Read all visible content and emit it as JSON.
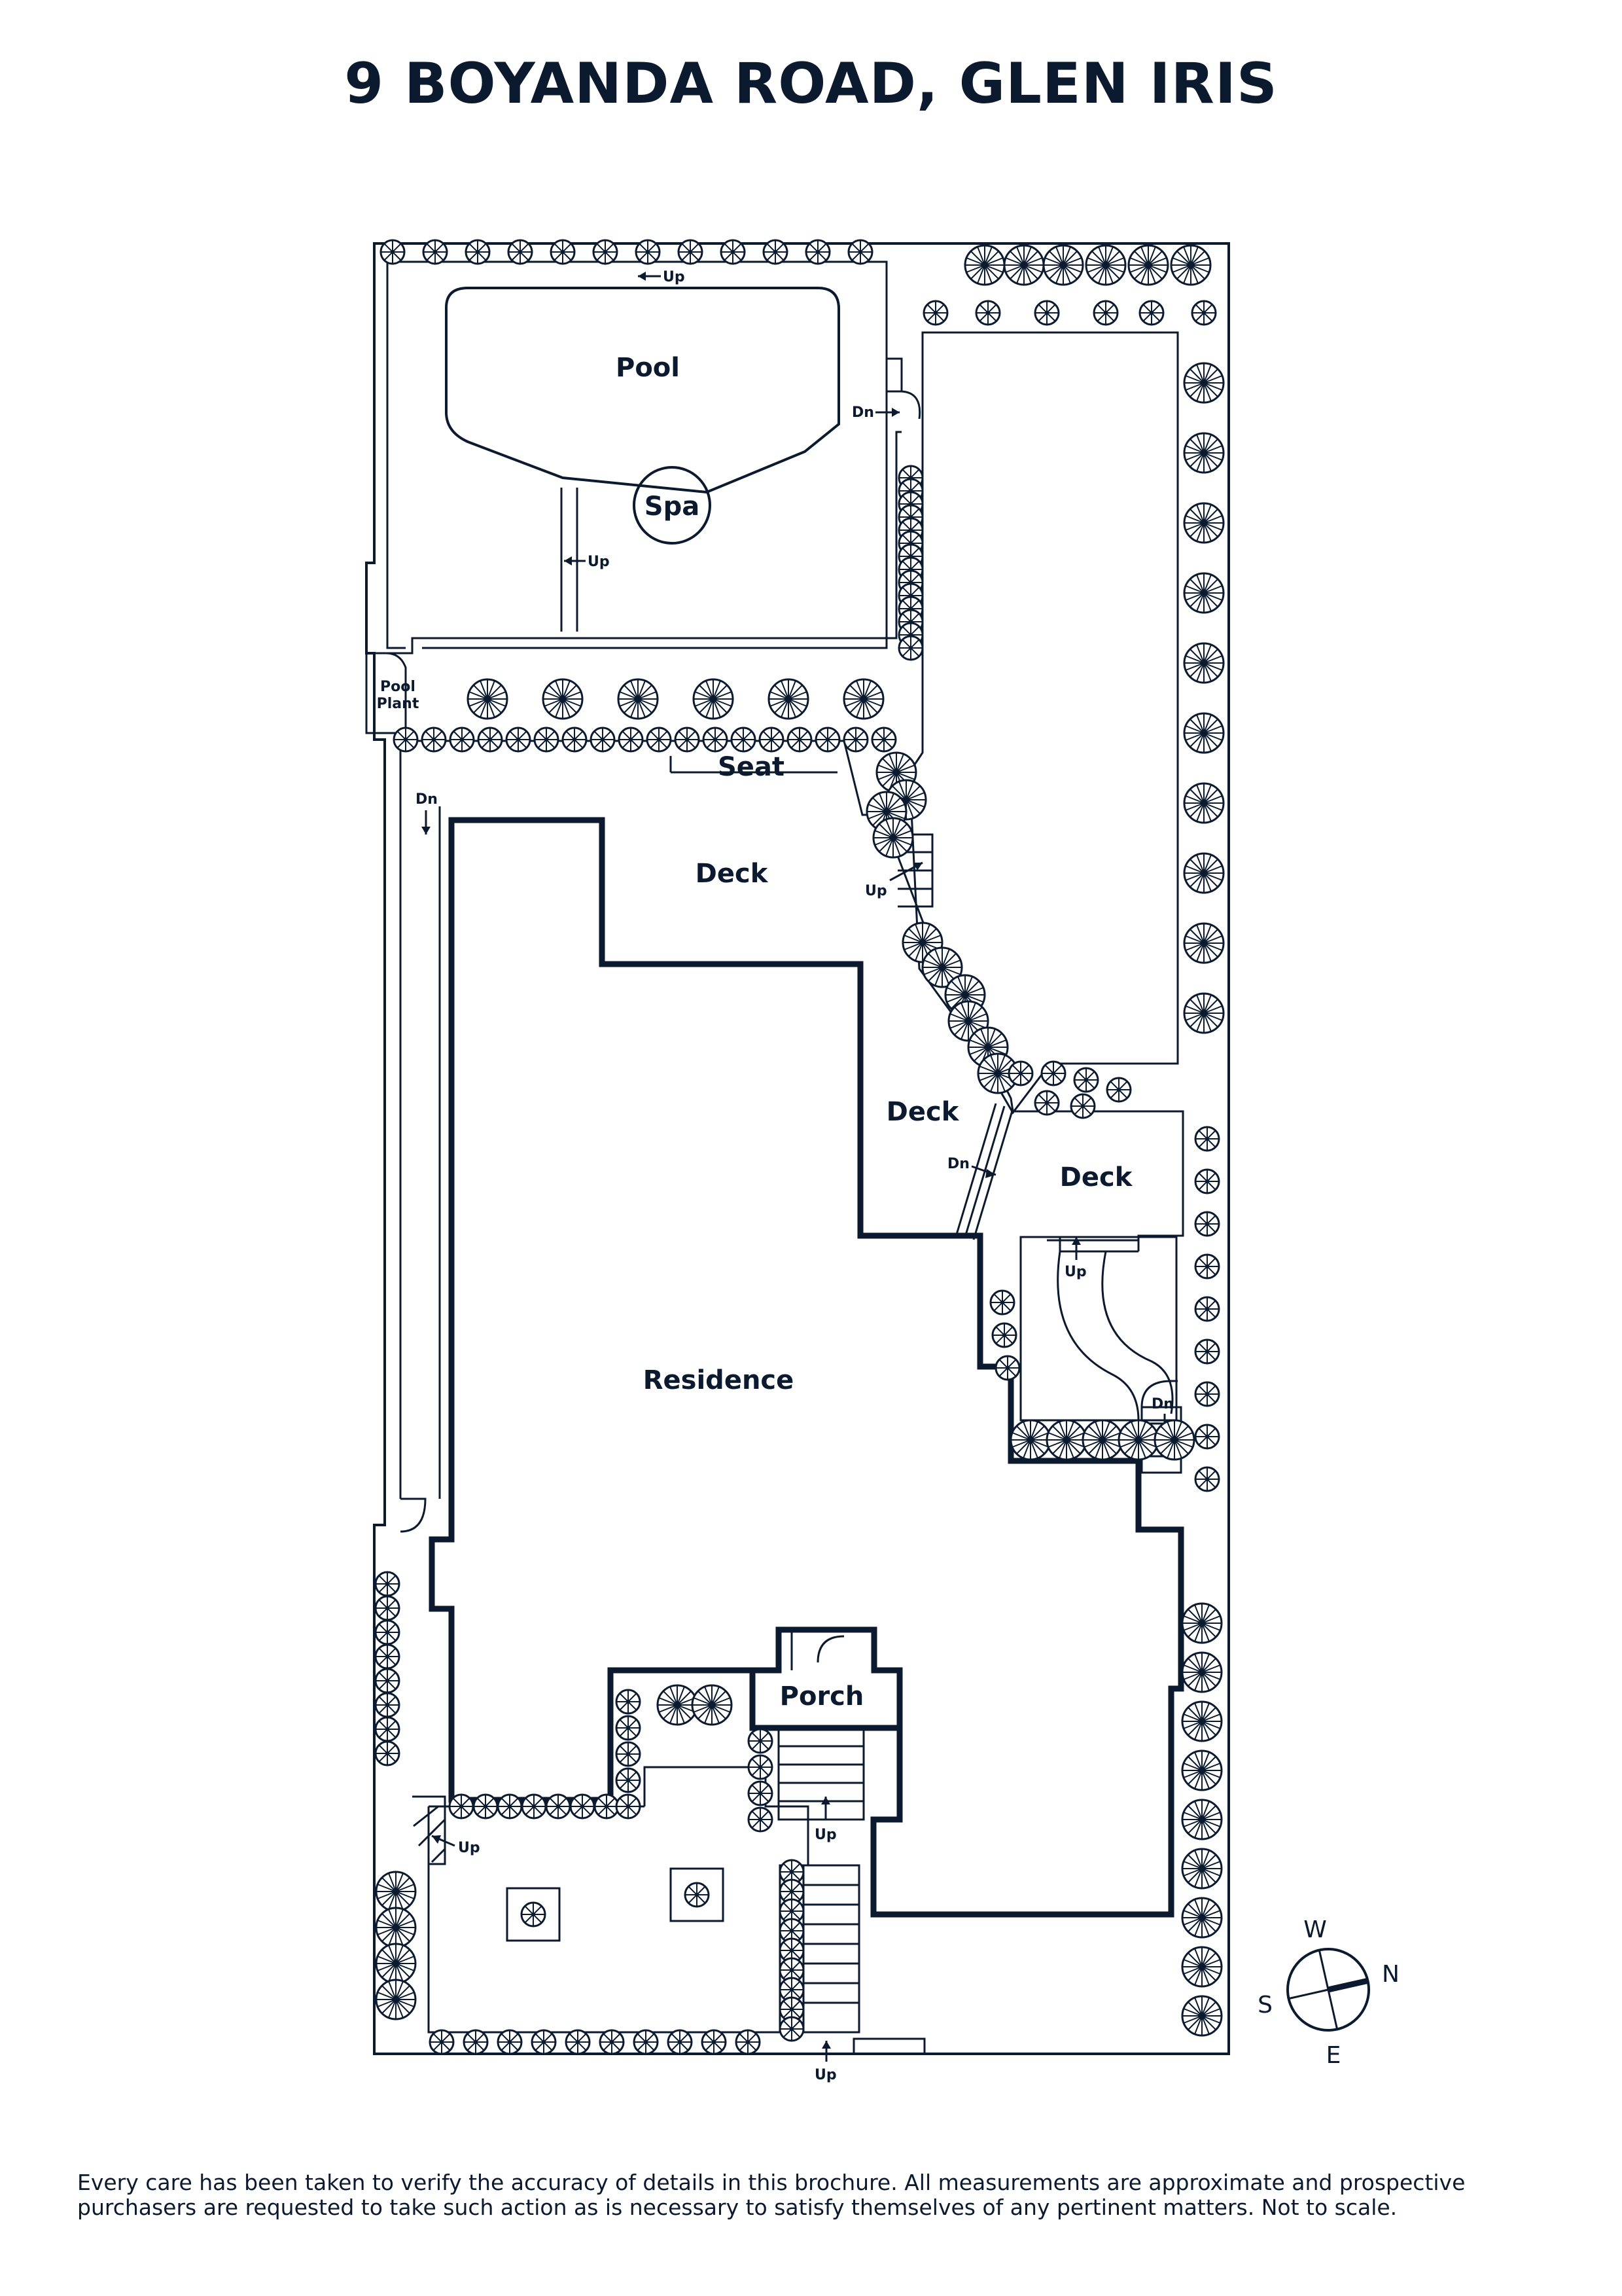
{
  "title": "9 BOYANDA ROAD, GLEN IRIS",
  "rooms": {
    "pool": "Pool",
    "spa": "Spa",
    "pool_plant_1": "Pool",
    "pool_plant_2": "Plant",
    "seat": "Seat",
    "deck_top": "Deck",
    "deck_mid": "Deck",
    "deck_right": "Deck",
    "residence": "Residence",
    "porch": "Porch"
  },
  "markers": {
    "up": "Up",
    "dn": "Dn"
  },
  "compass": {
    "w": "W",
    "n": "N",
    "s": "S",
    "e": "E"
  },
  "disclaimer": "Every care has been taken to verify the accuracy of details in this brochure. All measurements are approximate and prospective purchasers are requested to take such action as is necessary to satisfy themselves of any pertinent matters. Not to scale.",
  "colors": {
    "ink": "#0b1a2e",
    "background": "#ffffff"
  }
}
